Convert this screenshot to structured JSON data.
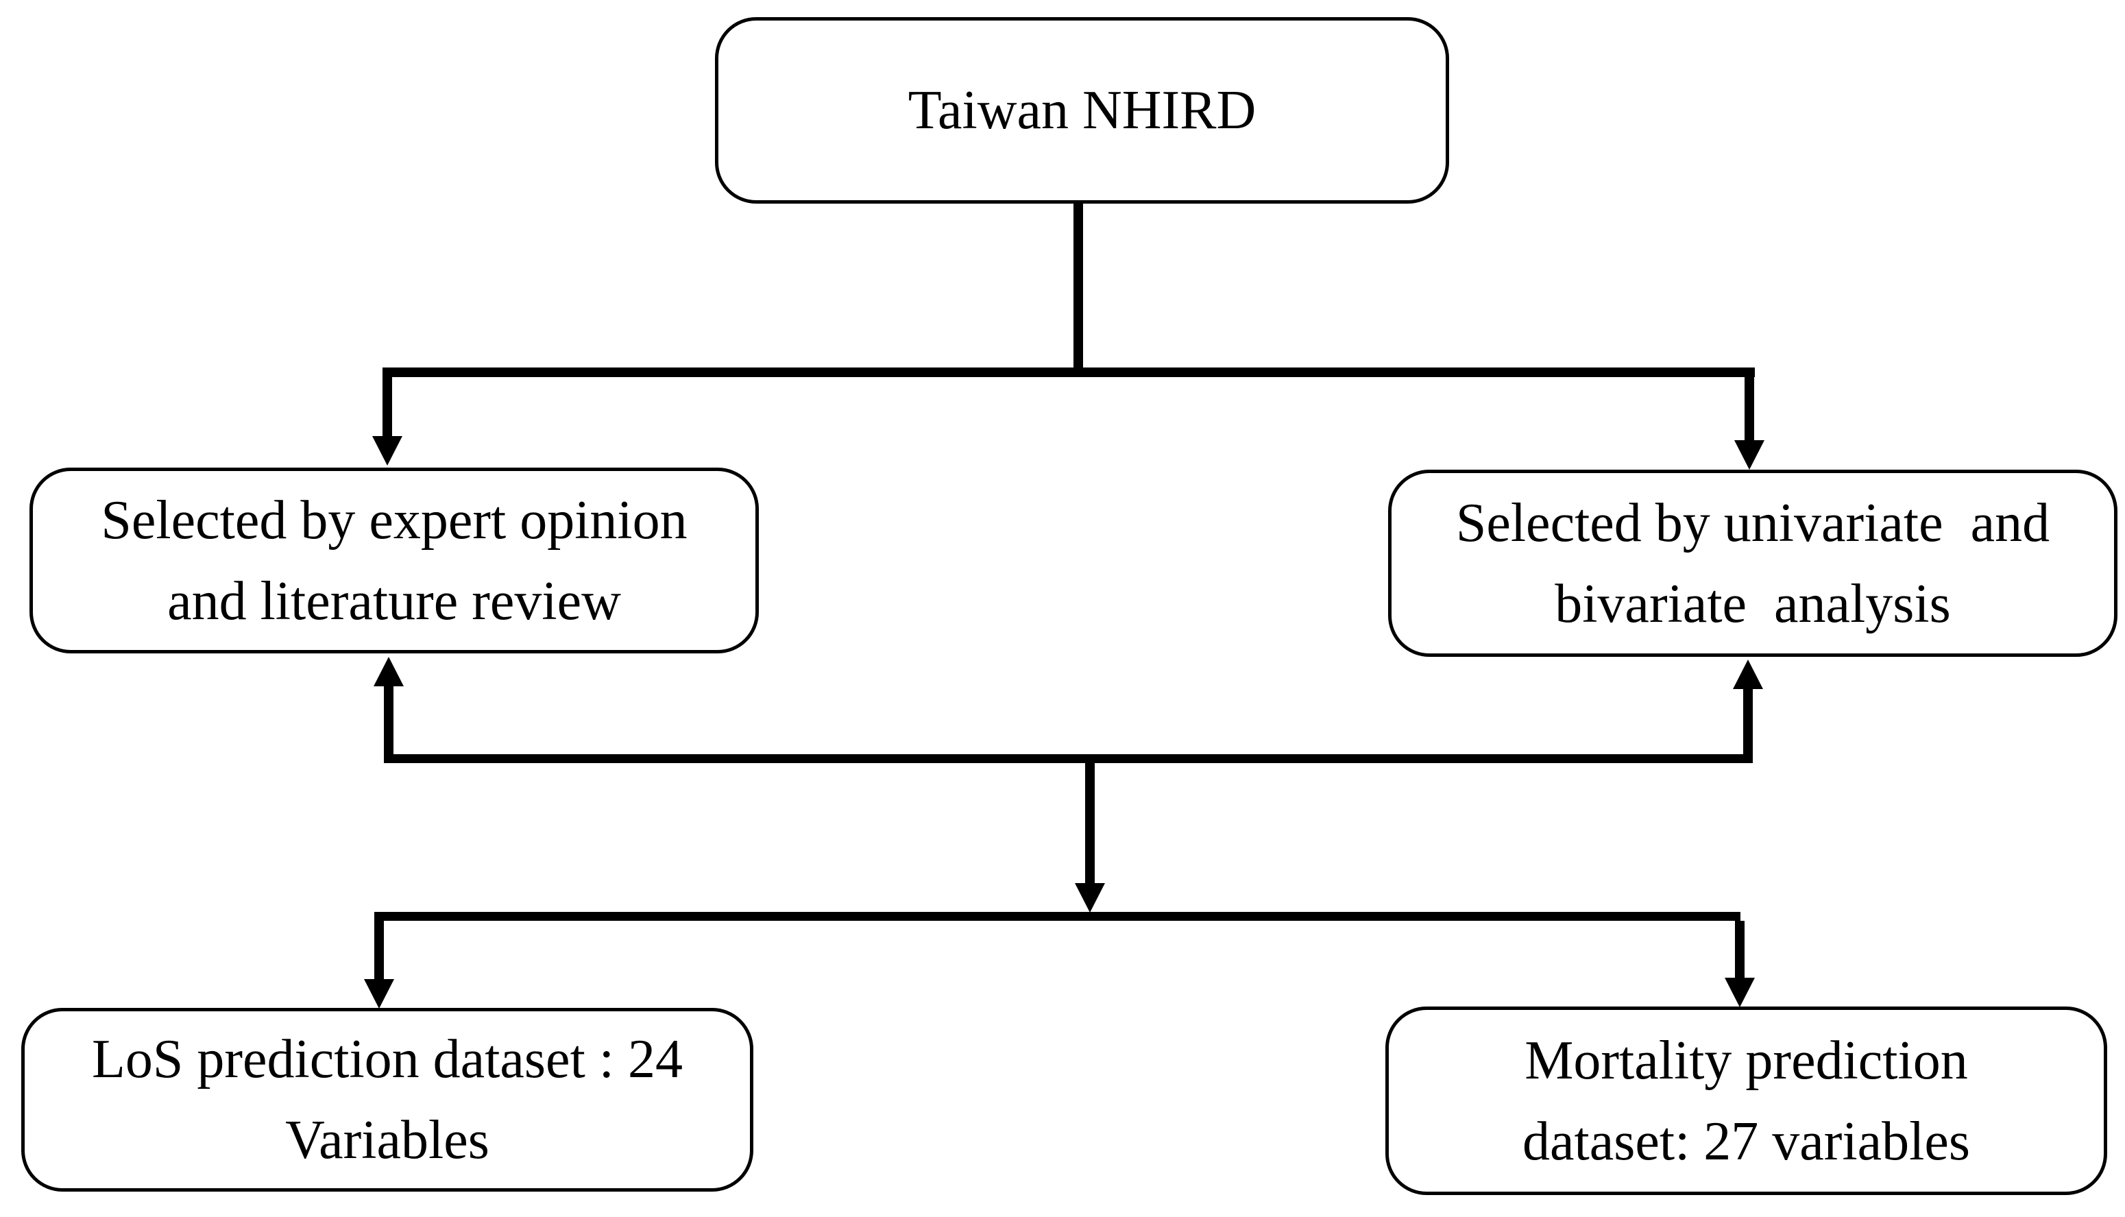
{
  "colors": {
    "ink": "#000000",
    "background": "#ffffff",
    "box_fill": "#ffffff"
  },
  "nodes": {
    "source": {
      "lines": [
        "Taiwan NHIRD"
      ]
    },
    "expert": {
      "lines": [
        "Selected by expert opinion",
        "and literature review"
      ]
    },
    "univariate": {
      "lines": [
        "Selected by univariate  and",
        "bivariate  analysis"
      ]
    },
    "los": {
      "lines": [
        "LoS prediction dataset : 24",
        "Variables"
      ]
    },
    "mortality": {
      "lines": [
        "Mortality prediction",
        "dataset: 27 variables"
      ]
    }
  },
  "edges": [
    {
      "from": "source",
      "to": "expert",
      "arrow": "down"
    },
    {
      "from": "source",
      "to": "univariate",
      "arrow": "down"
    },
    {
      "from": "merge-bar",
      "to": "expert",
      "arrow": "up"
    },
    {
      "from": "merge-bar",
      "to": "univariate",
      "arrow": "up"
    },
    {
      "from": "merge-bar",
      "to": "split-bar-bottom",
      "arrow": "down"
    },
    {
      "from": "split-bar-bottom",
      "to": "los",
      "arrow": "down"
    },
    {
      "from": "split-bar-bottom",
      "to": "mortality",
      "arrow": "down"
    }
  ]
}
